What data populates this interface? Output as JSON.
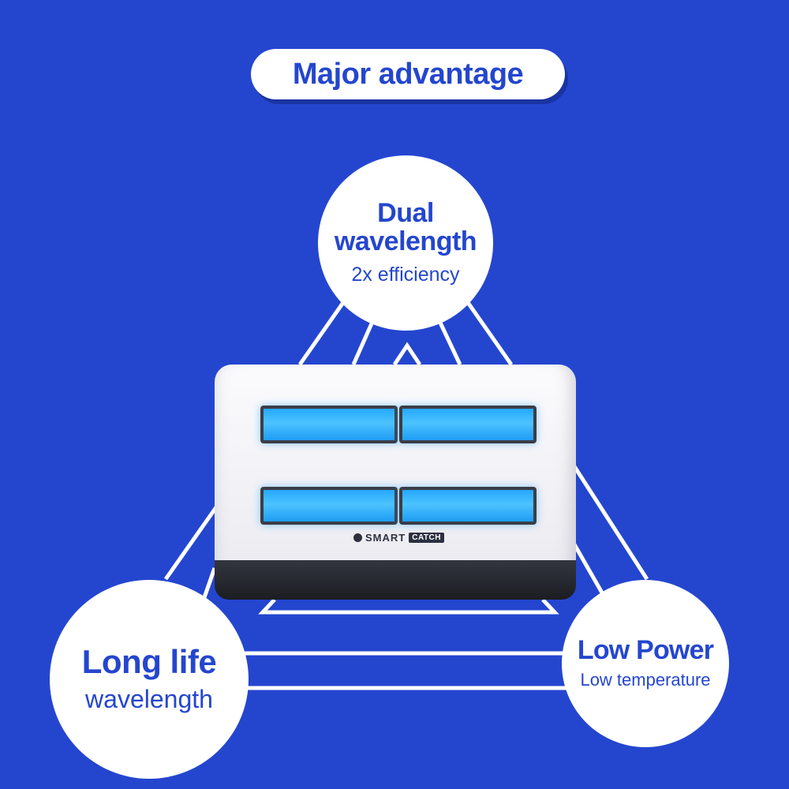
{
  "header": {
    "title": "Major advantage"
  },
  "features": {
    "top": {
      "title_line1": "Dual",
      "title_line2": "wavelength",
      "subtitle": "2x efficiency"
    },
    "left": {
      "title": "Long life",
      "subtitle": "wavelength"
    },
    "right": {
      "title": "Low Power",
      "subtitle": "Low temperature"
    }
  },
  "product": {
    "brand_prefix": "SMART",
    "brand_suffix": "CATCH"
  },
  "colors": {
    "background": "#2446cf",
    "accent": "#2446cf",
    "white": "#ffffff",
    "lamp": "#3db8ff"
  }
}
